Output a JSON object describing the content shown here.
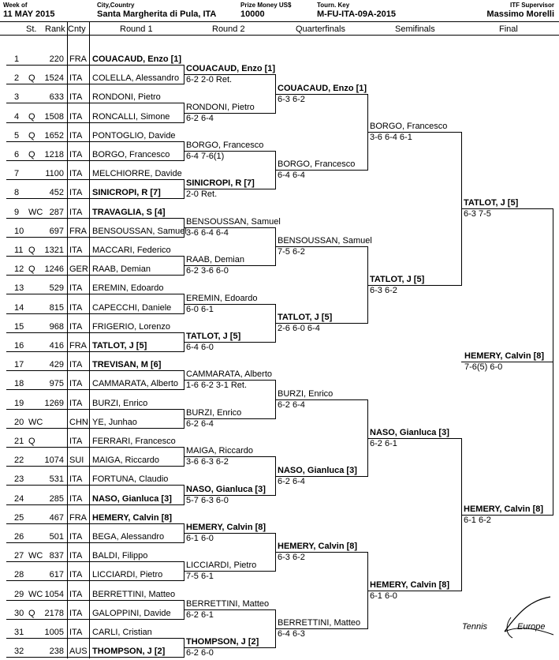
{
  "header": {
    "week_label": "Week of",
    "week": "11 MAY 2015",
    "city_label": "City,Country",
    "city": "Santa Margherita di Pula, ITA",
    "prize_label": "Prize Money US$",
    "prize": "10000",
    "key_label": "Tourn. Key",
    "key": "M-FU-ITA-09A-2015",
    "sup_label": "ITF Supervisor",
    "sup": "Massimo Morelli"
  },
  "columns": {
    "st": "St.",
    "rank": "Rank",
    "cnty": "Cnty",
    "r1": "Round 1",
    "r2": "Round 2",
    "qf": "Quarterfinals",
    "sf": "Semifinals",
    "f": "Final"
  },
  "players": [
    {
      "n": "1",
      "st": "",
      "rank": "220",
      "cnty": "FRA",
      "name": "COUACAUD, Enzo [1]",
      "bold": true
    },
    {
      "n": "2",
      "st": "Q",
      "rank": "1524",
      "cnty": "ITA",
      "name": "COLELLA, Alessandro",
      "bold": false
    },
    {
      "n": "3",
      "st": "",
      "rank": "633",
      "cnty": "ITA",
      "name": "RONDONI, Pietro",
      "bold": false
    },
    {
      "n": "4",
      "st": "Q",
      "rank": "1508",
      "cnty": "ITA",
      "name": "RONCALLI, Simone",
      "bold": false
    },
    {
      "n": "5",
      "st": "Q",
      "rank": "1652",
      "cnty": "ITA",
      "name": "PONTOGLIO, Davide",
      "bold": false
    },
    {
      "n": "6",
      "st": "Q",
      "rank": "1218",
      "cnty": "ITA",
      "name": "BORGO, Francesco",
      "bold": false
    },
    {
      "n": "7",
      "st": "",
      "rank": "1100",
      "cnty": "ITA",
      "name": "MELCHIORRE, Davide",
      "bold": false
    },
    {
      "n": "8",
      "st": "",
      "rank": "452",
      "cnty": "ITA",
      "name": "SINICROPI, R [7]",
      "bold": true
    },
    {
      "n": "9",
      "st": "WC",
      "rank": "287",
      "cnty": "ITA",
      "name": "TRAVAGLIA, S [4]",
      "bold": true
    },
    {
      "n": "10",
      "st": "",
      "rank": "697",
      "cnty": "FRA",
      "name": "BENSOUSSAN, Samuel",
      "bold": false
    },
    {
      "n": "11",
      "st": "Q",
      "rank": "1321",
      "cnty": "ITA",
      "name": "MACCARI, Federico",
      "bold": false
    },
    {
      "n": "12",
      "st": "Q",
      "rank": "1246",
      "cnty": "GER",
      "name": "RAAB, Demian",
      "bold": false
    },
    {
      "n": "13",
      "st": "",
      "rank": "529",
      "cnty": "ITA",
      "name": "EREMIN, Edoardo",
      "bold": false
    },
    {
      "n": "14",
      "st": "",
      "rank": "815",
      "cnty": "ITA",
      "name": "CAPECCHI, Daniele",
      "bold": false
    },
    {
      "n": "15",
      "st": "",
      "rank": "968",
      "cnty": "ITA",
      "name": "FRIGERIO, Lorenzo",
      "bold": false
    },
    {
      "n": "16",
      "st": "",
      "rank": "416",
      "cnty": "FRA",
      "name": "TATLOT, J [5]",
      "bold": true
    },
    {
      "n": "17",
      "st": "",
      "rank": "429",
      "cnty": "ITA",
      "name": "TREVISAN, M [6]",
      "bold": true
    },
    {
      "n": "18",
      "st": "",
      "rank": "975",
      "cnty": "ITA",
      "name": "CAMMARATA, Alberto",
      "bold": false
    },
    {
      "n": "19",
      "st": "",
      "rank": "1269",
      "cnty": "ITA",
      "name": "BURZI, Enrico",
      "bold": false
    },
    {
      "n": "20",
      "st": "WC",
      "rank": "",
      "cnty": "CHN",
      "name": "YE, Junhao",
      "bold": false
    },
    {
      "n": "21",
      "st": "Q",
      "rank": "",
      "cnty": "ITA",
      "name": "FERRARI, Francesco",
      "bold": false
    },
    {
      "n": "22",
      "st": "",
      "rank": "1074",
      "cnty": "SUI",
      "name": "MAIGA, Riccardo",
      "bold": false
    },
    {
      "n": "23",
      "st": "",
      "rank": "531",
      "cnty": "ITA",
      "name": "FORTUNA, Claudio",
      "bold": false
    },
    {
      "n": "24",
      "st": "",
      "rank": "285",
      "cnty": "ITA",
      "name": "NASO, Gianluca [3]",
      "bold": true
    },
    {
      "n": "25",
      "st": "",
      "rank": "467",
      "cnty": "FRA",
      "name": "HEMERY, Calvin [8]",
      "bold": true
    },
    {
      "n": "26",
      "st": "",
      "rank": "501",
      "cnty": "ITA",
      "name": "BEGA, Alessandro",
      "bold": false
    },
    {
      "n": "27",
      "st": "WC",
      "rank": "837",
      "cnty": "ITA",
      "name": "BALDI, Filippo",
      "bold": false
    },
    {
      "n": "28",
      "st": "",
      "rank": "617",
      "cnty": "ITA",
      "name": "LICCIARDI, Pietro",
      "bold": false
    },
    {
      "n": "29",
      "st": "WC",
      "rank": "1054",
      "cnty": "ITA",
      "name": "BERRETTINI, Matteo",
      "bold": false
    },
    {
      "n": "30",
      "st": "Q",
      "rank": "2178",
      "cnty": "ITA",
      "name": "GALOPPINI, Davide",
      "bold": false
    },
    {
      "n": "31",
      "st": "",
      "rank": "1005",
      "cnty": "ITA",
      "name": "CARLI, Cristian",
      "bold": false
    },
    {
      "n": "32",
      "st": "",
      "rank": "238",
      "cnty": "AUS",
      "name": "THOMPSON, J [2]",
      "bold": true
    }
  ],
  "round2": [
    {
      "name": "COUACAUD, Enzo [1]",
      "score": "6-2 2-0 Ret.",
      "bold": true
    },
    {
      "name": "RONDONI, Pietro",
      "score": "6-2 6-4",
      "bold": false
    },
    {
      "name": "BORGO, Francesco",
      "score": "6-4 7-6(1)",
      "bold": false
    },
    {
      "name": "SINICROPI, R [7]",
      "score": "2-0 Ret.",
      "bold": true
    },
    {
      "name": "BENSOUSSAN, Samuel",
      "score": "3-6 6-4 6-4",
      "bold": false
    },
    {
      "name": "RAAB, Demian",
      "score": "6-2 3-6 6-0",
      "bold": false
    },
    {
      "name": "EREMIN, Edoardo",
      "score": "6-0 6-1",
      "bold": false
    },
    {
      "name": "TATLOT, J [5]",
      "score": "6-4 6-0",
      "bold": true
    },
    {
      "name": "CAMMARATA, Alberto",
      "score": "1-6 6-2 3-1 Ret.",
      "bold": false
    },
    {
      "name": "BURZI, Enrico",
      "score": "6-2 6-4",
      "bold": false
    },
    {
      "name": "MAIGA, Riccardo",
      "score": "3-6 6-3 6-2",
      "bold": false
    },
    {
      "name": "NASO, Gianluca [3]",
      "score": "5-7 6-3 6-0",
      "bold": true
    },
    {
      "name": "HEMERY, Calvin [8]",
      "score": "6-1 6-0",
      "bold": true
    },
    {
      "name": "LICCIARDI, Pietro",
      "score": "7-5 6-1",
      "bold": false
    },
    {
      "name": "BERRETTINI, Matteo",
      "score": "6-2 6-1",
      "bold": false
    },
    {
      "name": "THOMPSON, J [2]",
      "score": "6-2 6-0",
      "bold": true
    }
  ],
  "qf": [
    {
      "name": "COUACAUD, Enzo [1]",
      "score": "6-3 6-2",
      "bold": true
    },
    {
      "name": "BORGO, Francesco",
      "score": "6-4 6-4",
      "bold": false
    },
    {
      "name": "BENSOUSSAN, Samuel",
      "score": "7-5 6-2",
      "bold": false
    },
    {
      "name": "TATLOT, J [5]",
      "score": "2-6 6-0 6-4",
      "bold": true
    },
    {
      "name": "BURZI, Enrico",
      "score": "6-2 6-4",
      "bold": false
    },
    {
      "name": "NASO, Gianluca [3]",
      "score": "6-2 6-4",
      "bold": true
    },
    {
      "name": "HEMERY, Calvin [8]",
      "score": "6-3 6-2",
      "bold": true
    },
    {
      "name": "BERRETTINI, Matteo",
      "score": "6-4 6-3",
      "bold": false
    }
  ],
  "sf": [
    {
      "name": "BORGO, Francesco",
      "score": "3-6 6-4 6-1",
      "bold": false
    },
    {
      "name": "TATLOT, J [5]",
      "score": "6-3 6-2",
      "bold": true
    },
    {
      "name": "NASO, Gianluca [3]",
      "score": "6-2 6-1",
      "bold": true
    },
    {
      "name": "HEMERY, Calvin [8]",
      "score": "6-1 6-0",
      "bold": true
    }
  ],
  "final": [
    {
      "name": "TATLOT, J [5]",
      "score": "6-3 7-5",
      "bold": true
    },
    {
      "name": "HEMERY, Calvin [8]",
      "score": "6-1 6-2",
      "bold": true
    }
  ],
  "champion": {
    "name": "HEMERY, Calvin [8]",
    "score": "7-6(5) 6-0",
    "bold": true
  },
  "logo": {
    "line1": "Tennis",
    "line2": "Europe"
  }
}
